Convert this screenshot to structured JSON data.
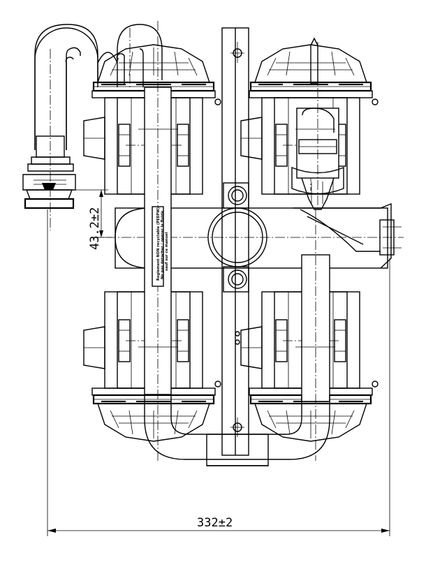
{
  "dimensions": {
    "overall_width": "332±2",
    "offset_height": "43.2±2"
  },
  "warning_label": {
    "line1": "Reglement NON recyclable (PEEPW)",
    "line2": "Ne pas détacher / opérer le fluide",
    "line3": "sauf sur ce manuel"
  }
}
